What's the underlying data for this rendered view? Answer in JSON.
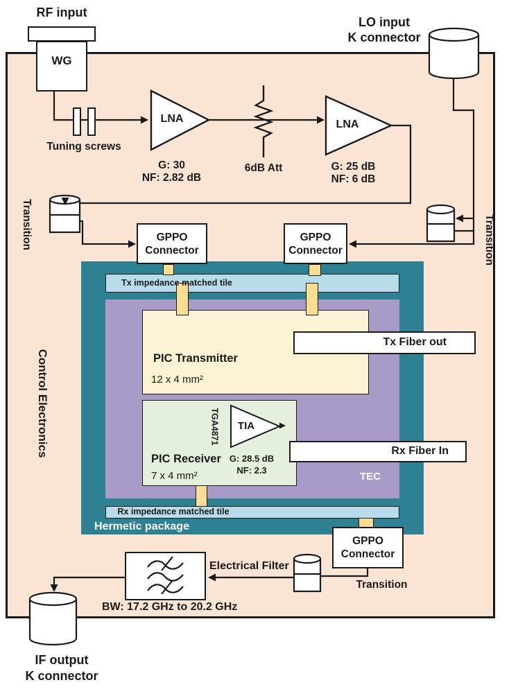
{
  "io": {
    "rf_input": "RF input",
    "lo_input": "LO input\nK connector",
    "if_output": "IF output\nK connector",
    "wg": "WG",
    "tuning_screws": "Tuning screws"
  },
  "rf_chain": {
    "lna1_label": "LNA",
    "lna1_specs": "G: 30\nNF: 2.82 dB",
    "attenuator": "6dB Att",
    "lna2_label": "LNA",
    "lna2_specs": "G: 25 dB\nNF: 6 dB"
  },
  "transitions": {
    "left": "Transition",
    "right": "Transition",
    "bottom": "Transition"
  },
  "connectors": {
    "gppo_tx": "GPPO\nConnector",
    "gppo_lo": "GPPO\nConnector",
    "gppo_rx": "GPPO\nConnector"
  },
  "control_electronics": "Control Electronics",
  "package": {
    "hermetic": "Hermetic package",
    "tec": "TEC",
    "tx_tile": "Tx impedance matched tile",
    "rx_tile": "Rx impedance matched tile",
    "pic_tx": {
      "name": "PIC Transmitter",
      "size": "12 x 4 mm²"
    },
    "pic_rx": {
      "name": "PIC Receiver",
      "size": "7 x 4 mm²"
    },
    "tia": {
      "label": "TIA",
      "part": "TGA4871",
      "specs": "G: 28.5 dB\nNF: 2.3"
    },
    "tx_fiber": "Tx Fiber out",
    "rx_fiber": "Rx Fiber In"
  },
  "if_chain": {
    "filter_label": "Electrical Filter",
    "filter_bw": "BW: 17.2 GHz to 20.2 GHz"
  },
  "colors": {
    "background": "#fae4d4",
    "hermetic_package": "#2e8093",
    "tec": "#a89bc8",
    "impedance_tile": "#b9dcea",
    "pic_transmitter": "#fcf3d2",
    "pic_receiver": "#e4efdc",
    "rf_tab": "#fadc92",
    "line": "#1a1a1a"
  }
}
